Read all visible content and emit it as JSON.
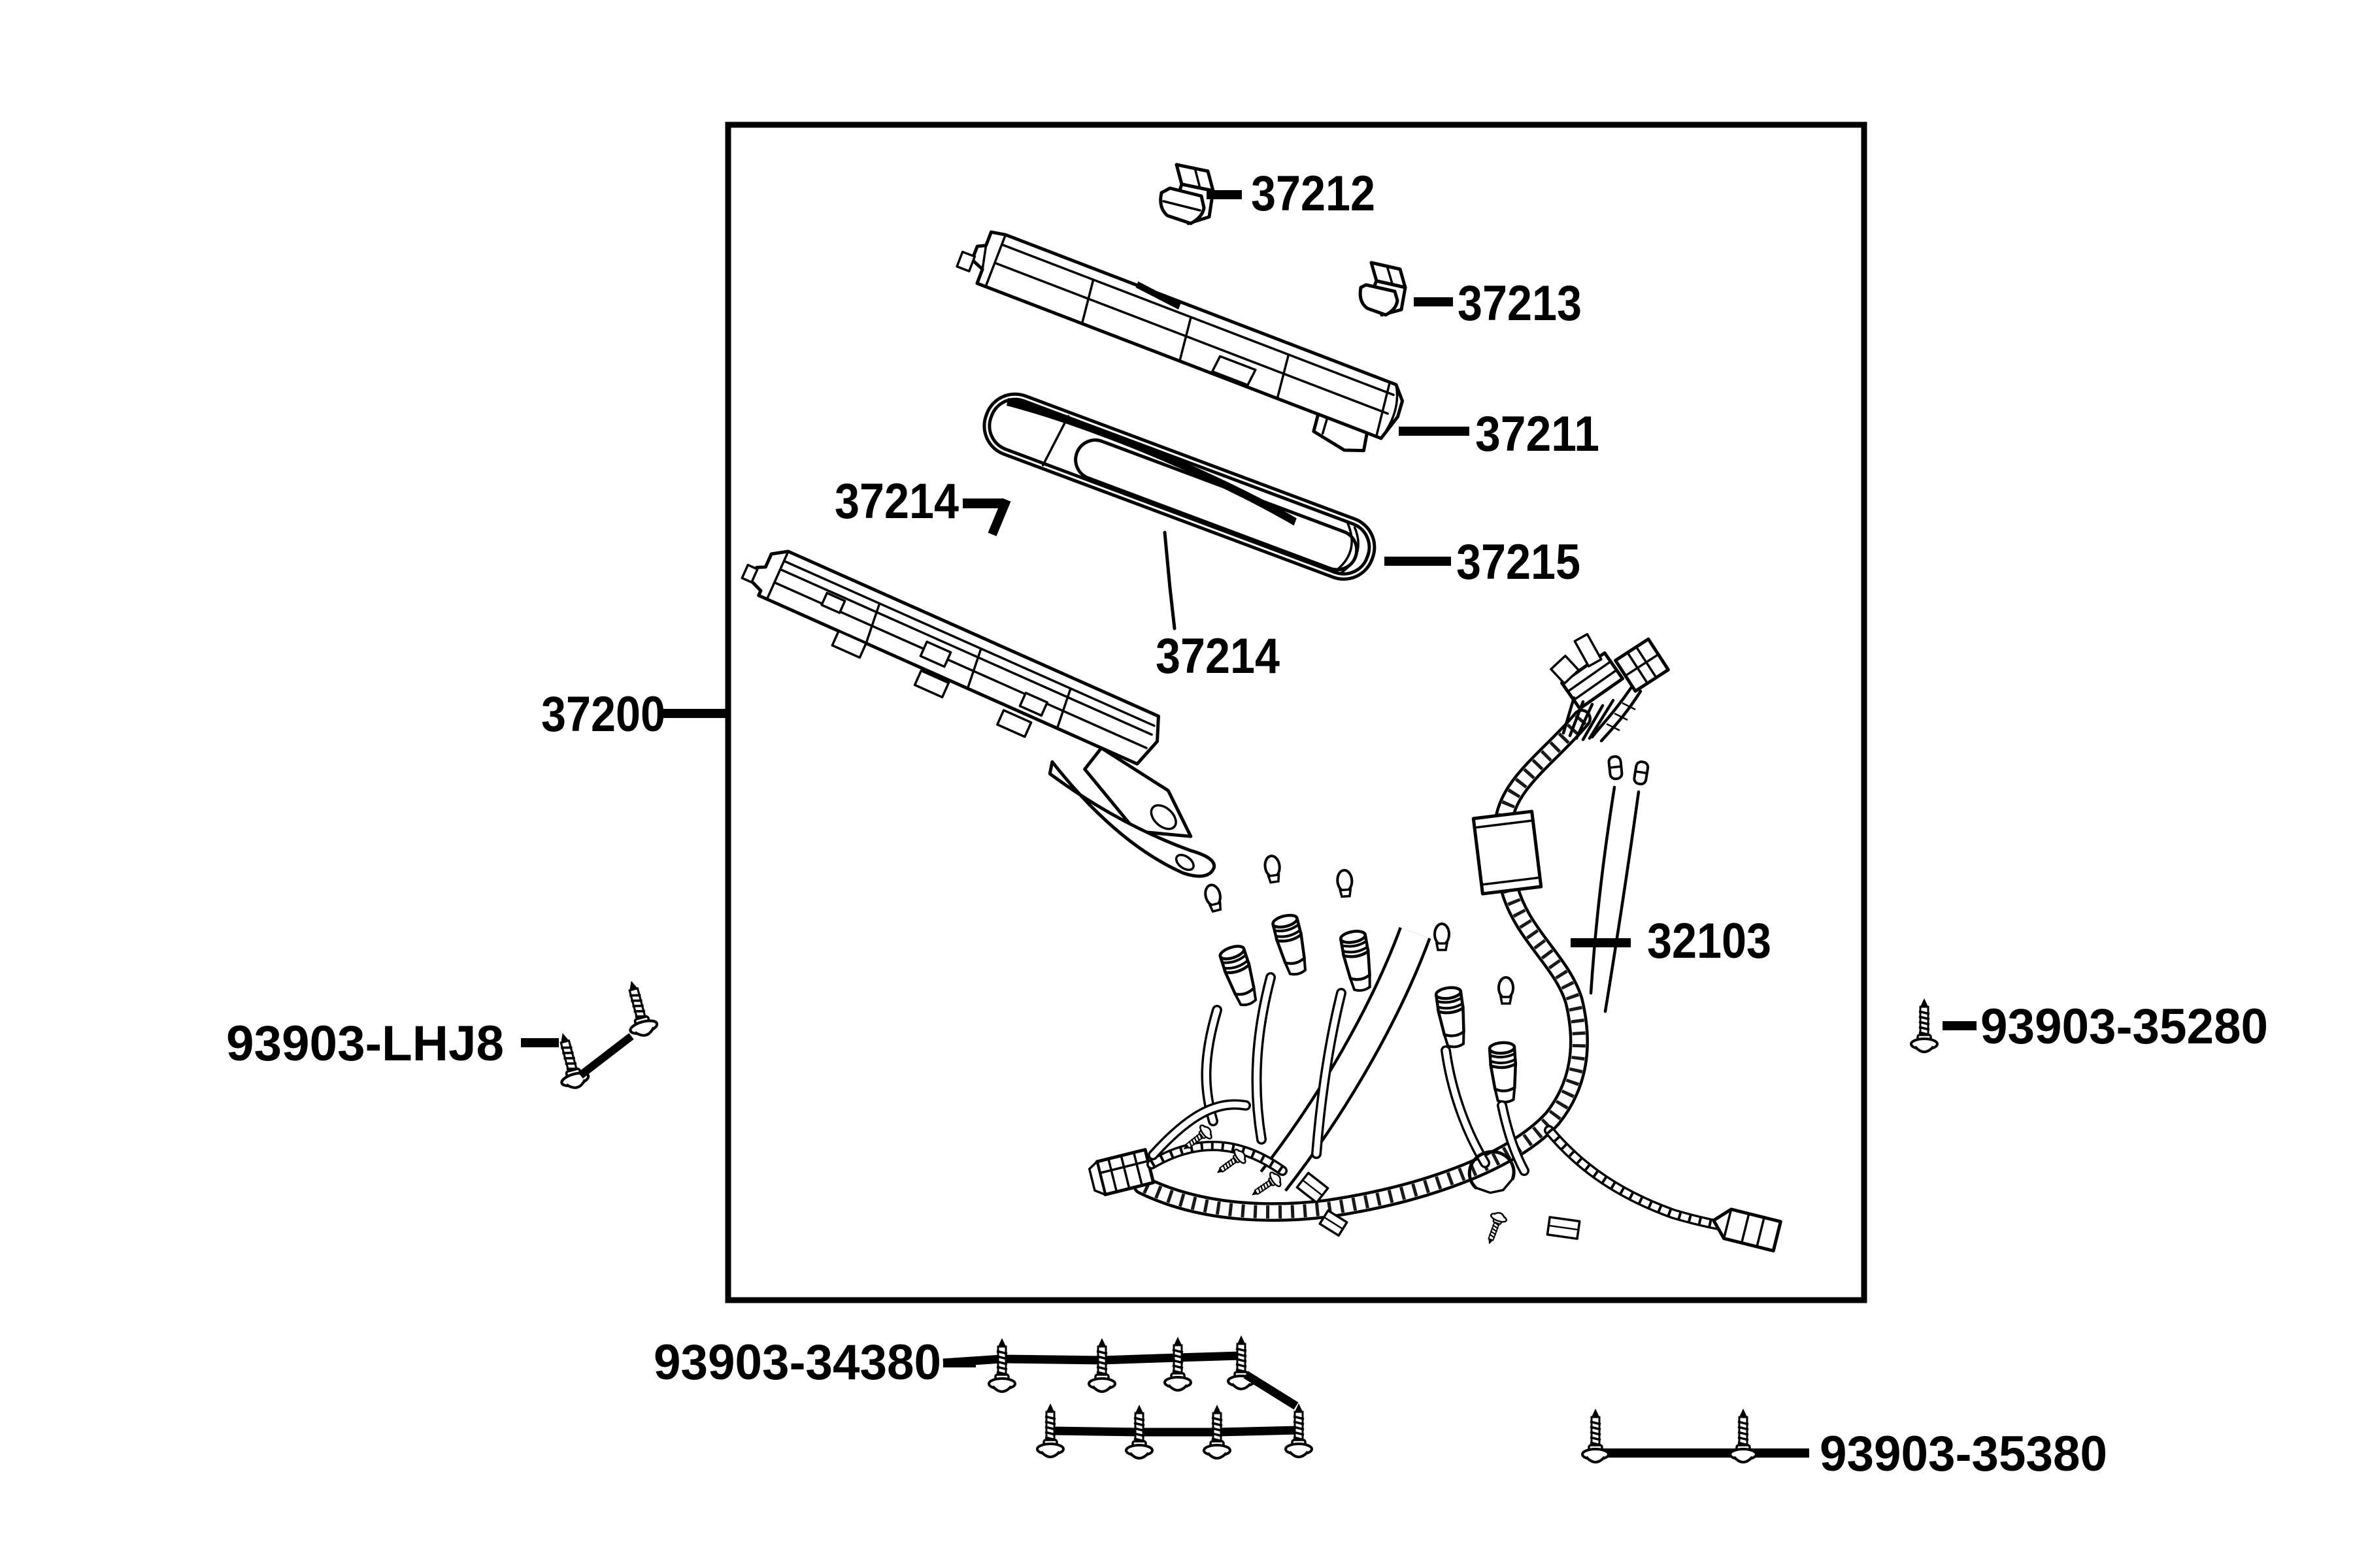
{
  "diagram": {
    "kind": "exploded-parts-diagram",
    "description_visible_text_only": true
  },
  "labels": {
    "part_37212": "37212",
    "part_37213": "37213",
    "part_37211": "37211",
    "part_37214_upper": "37214",
    "part_37215": "37215",
    "part_37214_lower": "37214",
    "part_37200": "37200",
    "part_32103": "32103",
    "screw_lhj8": "93903-LHJ8",
    "screw_35280": "93903-35280",
    "screw_34380": "93903-34380",
    "screw_35380": "93903-35380"
  },
  "colors": {
    "ink": "#000000",
    "paper": "#ffffff"
  }
}
